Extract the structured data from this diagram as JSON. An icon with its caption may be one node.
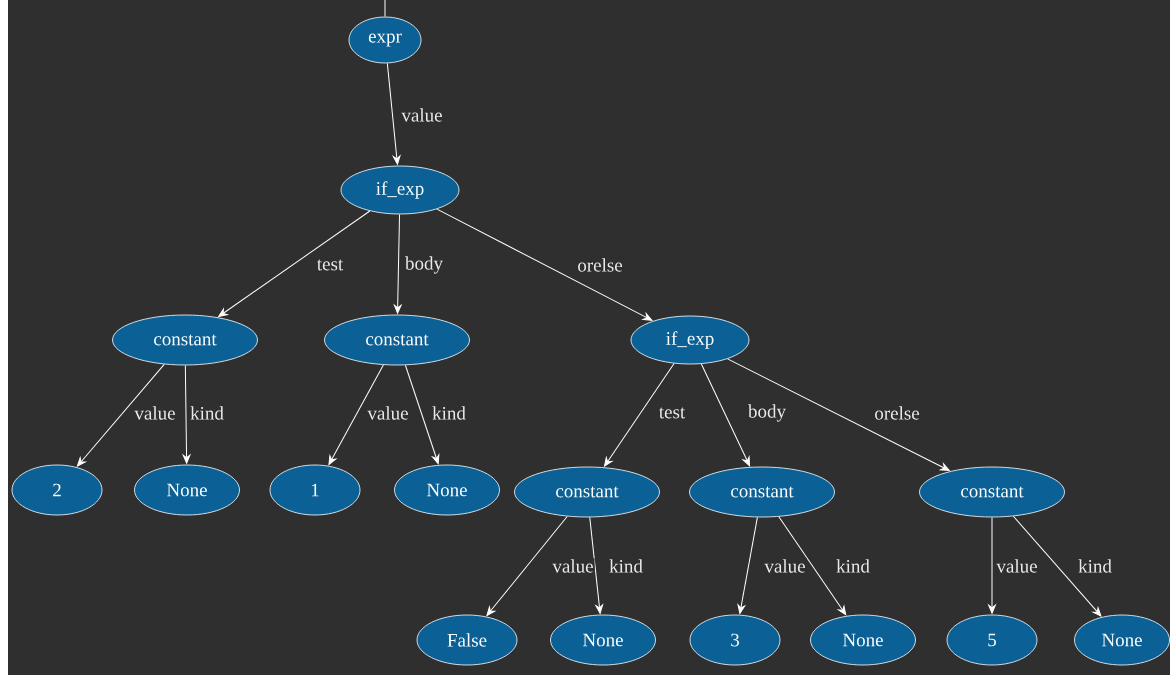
{
  "diagram": {
    "nodes": [
      {
        "text": [
          "expr"
        ]
      },
      {
        "text": [
          "if_exp"
        ]
      },
      {
        "text": [
          "constant"
        ]
      },
      {
        "text": [
          "constant"
        ]
      },
      {
        "text": [
          "if_exp"
        ]
      },
      {
        "text": [
          "2"
        ]
      },
      {
        "text": [
          "None"
        ]
      },
      {
        "text": [
          "1"
        ]
      },
      {
        "text": [
          "None"
        ]
      },
      {
        "text": [
          "constant"
        ]
      },
      {
        "text": [
          "constant"
        ]
      },
      {
        "text": [
          "constant"
        ]
      },
      {
        "text": [
          "False"
        ]
      },
      {
        "text": [
          "None"
        ]
      },
      {
        "text": [
          "3"
        ]
      },
      {
        "text": [
          "None"
        ]
      },
      {
        "text": [
          "5"
        ]
      },
      {
        "text": [
          "None"
        ]
      }
    ],
    "edges": [
      {
        "from": 0,
        "to": 1,
        "arrow": "to",
        "label": "value"
      },
      {
        "from": 1,
        "to": 2,
        "arrow": "to",
        "label": "test"
      },
      {
        "from": 1,
        "to": 3,
        "arrow": "to",
        "label": "body"
      },
      {
        "from": 1,
        "to": 4,
        "arrow": "to",
        "label": "orelse"
      },
      {
        "from": 2,
        "to": 5,
        "arrow": "to",
        "label": "value"
      },
      {
        "from": 2,
        "to": 6,
        "arrow": "to",
        "label": "kind"
      },
      {
        "from": 3,
        "to": 7,
        "arrow": "to",
        "label": "value"
      },
      {
        "from": 3,
        "to": 8,
        "arrow": "to",
        "label": "kind"
      },
      {
        "from": 4,
        "to": 9,
        "arrow": "to",
        "label": "test"
      },
      {
        "from": 4,
        "to": 10,
        "arrow": "to",
        "label": "body"
      },
      {
        "from": 4,
        "to": 11,
        "arrow": "to",
        "label": "orelse"
      },
      {
        "from": 9,
        "to": 12,
        "arrow": "to",
        "label": "value"
      },
      {
        "from": 9,
        "to": 13,
        "arrow": "to",
        "label": "kind"
      },
      {
        "from": 10,
        "to": 14,
        "arrow": "to",
        "label": "value"
      },
      {
        "from": 10,
        "to": 15,
        "arrow": "to",
        "label": "kind"
      },
      {
        "from": 11,
        "to": 16,
        "arrow": "to",
        "label": "value"
      },
      {
        "from": 11,
        "to": 17,
        "arrow": "to",
        "label": "kind"
      },
      {
        "from": null,
        "to": 0,
        "arrow": "none"
      }
    ]
  }
}
